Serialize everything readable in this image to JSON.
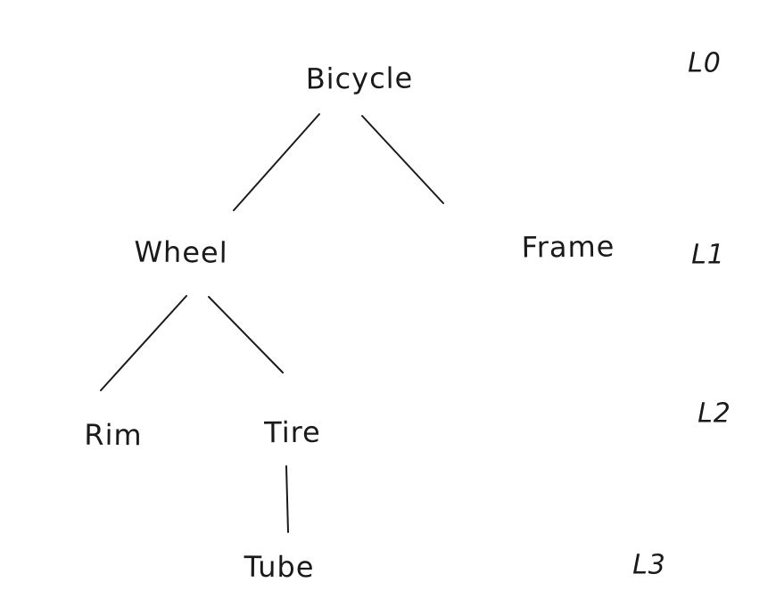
{
  "diagram": {
    "type": "tree",
    "nodes": {
      "bicycle": {
        "label": "Bicycle",
        "level": 0
      },
      "wheel": {
        "label": "Wheel",
        "level": 1
      },
      "frame": {
        "label": "Frame",
        "level": 1
      },
      "rim": {
        "label": "Rim",
        "level": 2
      },
      "tire": {
        "label": "Tire",
        "level": 2
      },
      "tube": {
        "label": "Tube",
        "level": 3
      }
    },
    "edges": [
      {
        "from": "Bicycle",
        "to": "Wheel"
      },
      {
        "from": "Bicycle",
        "to": "Frame"
      },
      {
        "from": "Wheel",
        "to": "Rim"
      },
      {
        "from": "Wheel",
        "to": "Tire"
      },
      {
        "from": "Tire",
        "to": "Tube"
      }
    ],
    "level_labels": {
      "l0": "L0",
      "l1": "L1",
      "l2": "L2",
      "l3": "L3"
    },
    "colors": {
      "ink": "#1a1a1a",
      "background": "#ffffff"
    }
  }
}
